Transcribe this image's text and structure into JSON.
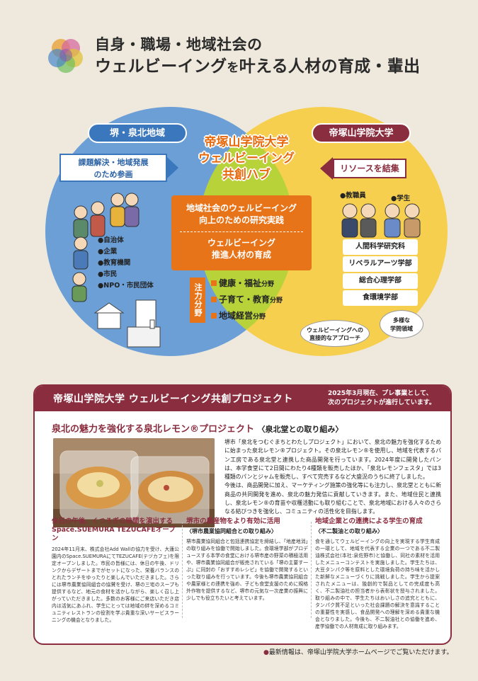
{
  "header": {
    "title_line1": "自身・職場・地域社会の",
    "title_line2_a": "ウェルビーイング",
    "title_line2_b": "を",
    "title_line2_c": "叶える人材の育成・輩出"
  },
  "venn": {
    "left_label": "堺・泉北地域",
    "right_label": "帝塚山学院大学",
    "left_box_line1": "課題解決・地域発展",
    "left_box_line2": "のため参画",
    "right_box": "リソースを結集",
    "hub_line1": "帝塚山学院大学",
    "hub_line2": "ウェルビーイング",
    "hub_line3": "共創ハブ",
    "orange_a_line1": "地域社会のウェルビーイング",
    "orange_a_line2": "向上のための研究実践",
    "orange_b_line1": "ウェルビーイング",
    "orange_b_line2": "推進人材の育成",
    "focus_tag": "注力分野",
    "focus_items": [
      {
        "main": "健康・福祉",
        "sub": "分野"
      },
      {
        "main": "子育て・教育",
        "sub": "分野"
      },
      {
        "main": "地域経営",
        "sub": "分野"
      }
    ],
    "left_list": [
      "●自治体",
      "●企業",
      "●教育機関",
      "●市民",
      "●NPO・市民団体"
    ],
    "staff_label": "●教職員",
    "student_label": "●学生",
    "departments": [
      "人間科学研究科",
      "リベラルアーツ学部",
      "総合心理学部",
      "食環境学部"
    ],
    "bubble1_line1": "ウェルビーイングへの",
    "bubble1_line2": "直接的なアプローチ",
    "bubble2_line1": "多様な",
    "bubble2_line2": "学問領域"
  },
  "project": {
    "title": "帝塚山学院大学 ウェルビーイング共創プロジェクト",
    "note_line1": "2025年3月現在、プレ事業として、",
    "note_line2": "次のプロジェクトが進行しています。",
    "lemon_title": "泉北の魅力を強化する泉北レモン®プロジェクト",
    "lemon_partner": "〈泉北堂との取り組み〉",
    "lemon_text_p1": "堺市「泉北をつむぐまちとわたしプロジェクト」において、泉北の魅力を強化するために始まった泉北レモン®プロジェクト。その泉北レモン®を使用し、地域を代表するパン工房である泉北堂と連携した商品開発を行っています。2024年度に開発したパンは、本学食堂にて2日間にわたり4種類を販売したほか、「泉北レモンフェスタ」では3種類のパンとジャムを販売し、すべて完売するなど大盛況のうちに終了しました。",
    "lemon_text_p2": "今後は、商品開発に加え、マーケティング施策の強化等にも注力し、泉北堂とともに新商品の共同開発を進め、泉北の魅力発信に貢献していきます。また、地域住民と連携し、泉北レモン®の育苗や収穫活動にも取り組むことで、泉北地域における人々のさらなる結びつきを強化し、コミュニティの活性化を目指します。",
    "columns": [
      {
        "title_line1": "休日の午後、くつろぎの時間を演出する",
        "title_line2": "Space.SUEMURA TEZUCAFEオープン",
        "sub": "",
        "text": "2024年11月末、株式会社Add Wallの協力を受け、大蓮公園内のSpace.SUEMURAにてTEZUCAFE(テヅカフェ)を限定オープンしました。市民の皆様には、休日の午後、ドリンクからデザートまでがセットになった、栄養バランスのとれたランチをゆったりと楽しんでいただきました。さらには堺市農業協同組合の協賛を受け、堺の三宅のスープも提供するなど、地元の食材を活かしながら、楽しく召し上がっていただきました。多数のお客様にご来店いただき店内は活気にあふれ、学生にとっては地域の絆を深めるコミュニティレストランの役割を学ぶ貴重な深いサービスラーニングの機会となりました。"
      },
      {
        "title_line1": "堺市の農産物をより有効に活用",
        "title_line2": "",
        "sub": "〈堺市農業協同組合との取り組み〉",
        "text": "堺市農業協同組合と包括連携協定を締結し、「地産地消」の取り組みを協働で開始しました。食環境学部がプロデュースする本学の食堂における堺市産の野菜の積極活用や、堺市農業協同組合が販売されている「堺の主要す一ぷ」に同封の「おすすめレシピ」を協働で開発するといった取り組みを行っています。今後も堺市農業協同組合や農家様との連携を強め、子ども食堂支援のために規格外作物を提供するなど、堺市の元気な一次産業の振興に少しでも役立ちたいと考えています。"
      },
      {
        "title_line1": "地域企業との連携による学生の育成",
        "title_line2": "",
        "sub": "〈不二製油との取り組み〉",
        "text": "食を通してウェルビーイングの向上を実現する学生育成の一環として、地域を代表する企業の一つである不二製油株式会社(本社:泉佐野市)と協働し、同社の素材を活用したメニューコンテストを実施しました。学生たちは、大豆タンパク等を原料とした環境負荷の持ち味を活かした新鮮なメニューづくりに挑戦しました。学生から提案されたメニューは、独創的で製品としての完成度も高く、不二製油社の担当者から表彰状を授与されました。取り組みの中で、学生たちはおいしさの追究とともに、タンパク質不足といった社会課題の解決を意識することの重要性を実感し、食品開発への理解を深める貴重な機会となりました。今後も、不二製油社との協働を進め、産学協働での人材育成に取り組みます。"
      }
    ]
  },
  "footer": {
    "bullet": "●",
    "text": "最新情報は、帝塚山学院大学ホームページでご覧いただけます。"
  },
  "colors": {
    "blue": "#6b9fd6",
    "yellow": "#f6cf4f",
    "green": "#b8d23a",
    "orange": "#e8741a",
    "maroon": "#8a2d3f"
  }
}
